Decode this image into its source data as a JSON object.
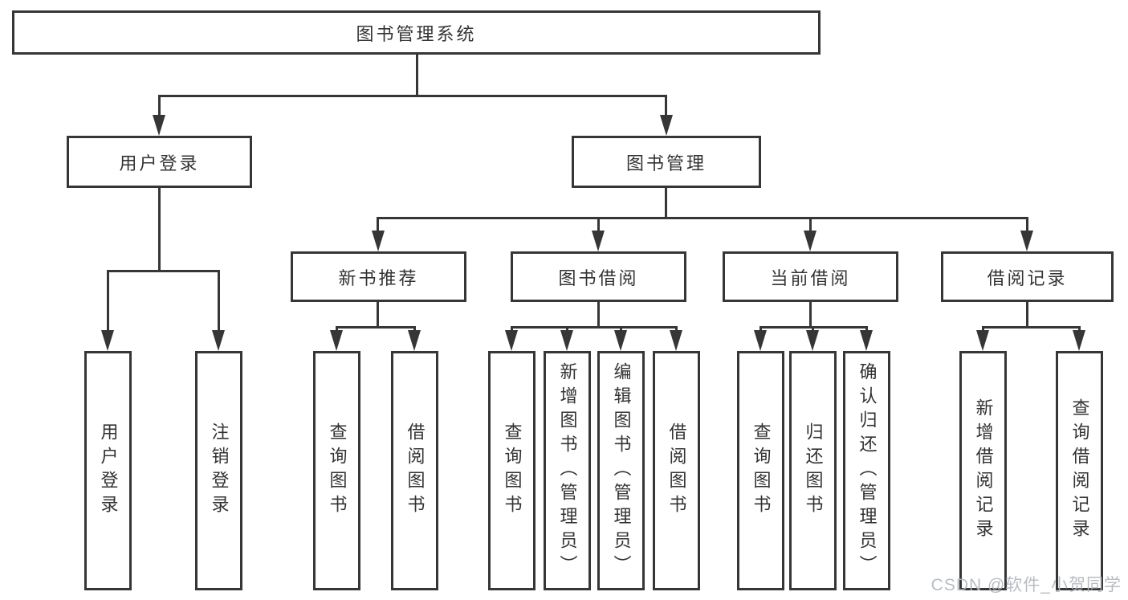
{
  "tree": {
    "label": "图书管理系统",
    "children": [
      {
        "label": "用户登录",
        "children": [
          {
            "label": "用户登录"
          },
          {
            "label": "注销登录"
          }
        ]
      },
      {
        "label": "图书管理",
        "children": [
          {
            "label": "新书推荐",
            "children": [
              {
                "label": "查询图书"
              },
              {
                "label": "借阅图书"
              }
            ]
          },
          {
            "label": "图书借阅",
            "children": [
              {
                "label": "查询图书"
              },
              {
                "label": "新增图书（管理员）"
              },
              {
                "label": "编辑图书（管理员）"
              },
              {
                "label": "借阅图书"
              }
            ]
          },
          {
            "label": "当前借阅",
            "children": [
              {
                "label": "查询图书"
              },
              {
                "label": "归还图书"
              },
              {
                "label": "确认归还（管理员）"
              }
            ]
          },
          {
            "label": "借阅记录",
            "children": [
              {
                "label": "新增借阅记录"
              },
              {
                "label": "查询借阅记录"
              }
            ]
          }
        ]
      }
    ]
  },
  "watermark": {
    "text": "CSDN @软件_小贺同学"
  },
  "colors": {
    "line": "#363636",
    "node_text": "#333333",
    "background": "#ffffff",
    "watermark": "#b2b7be"
  }
}
